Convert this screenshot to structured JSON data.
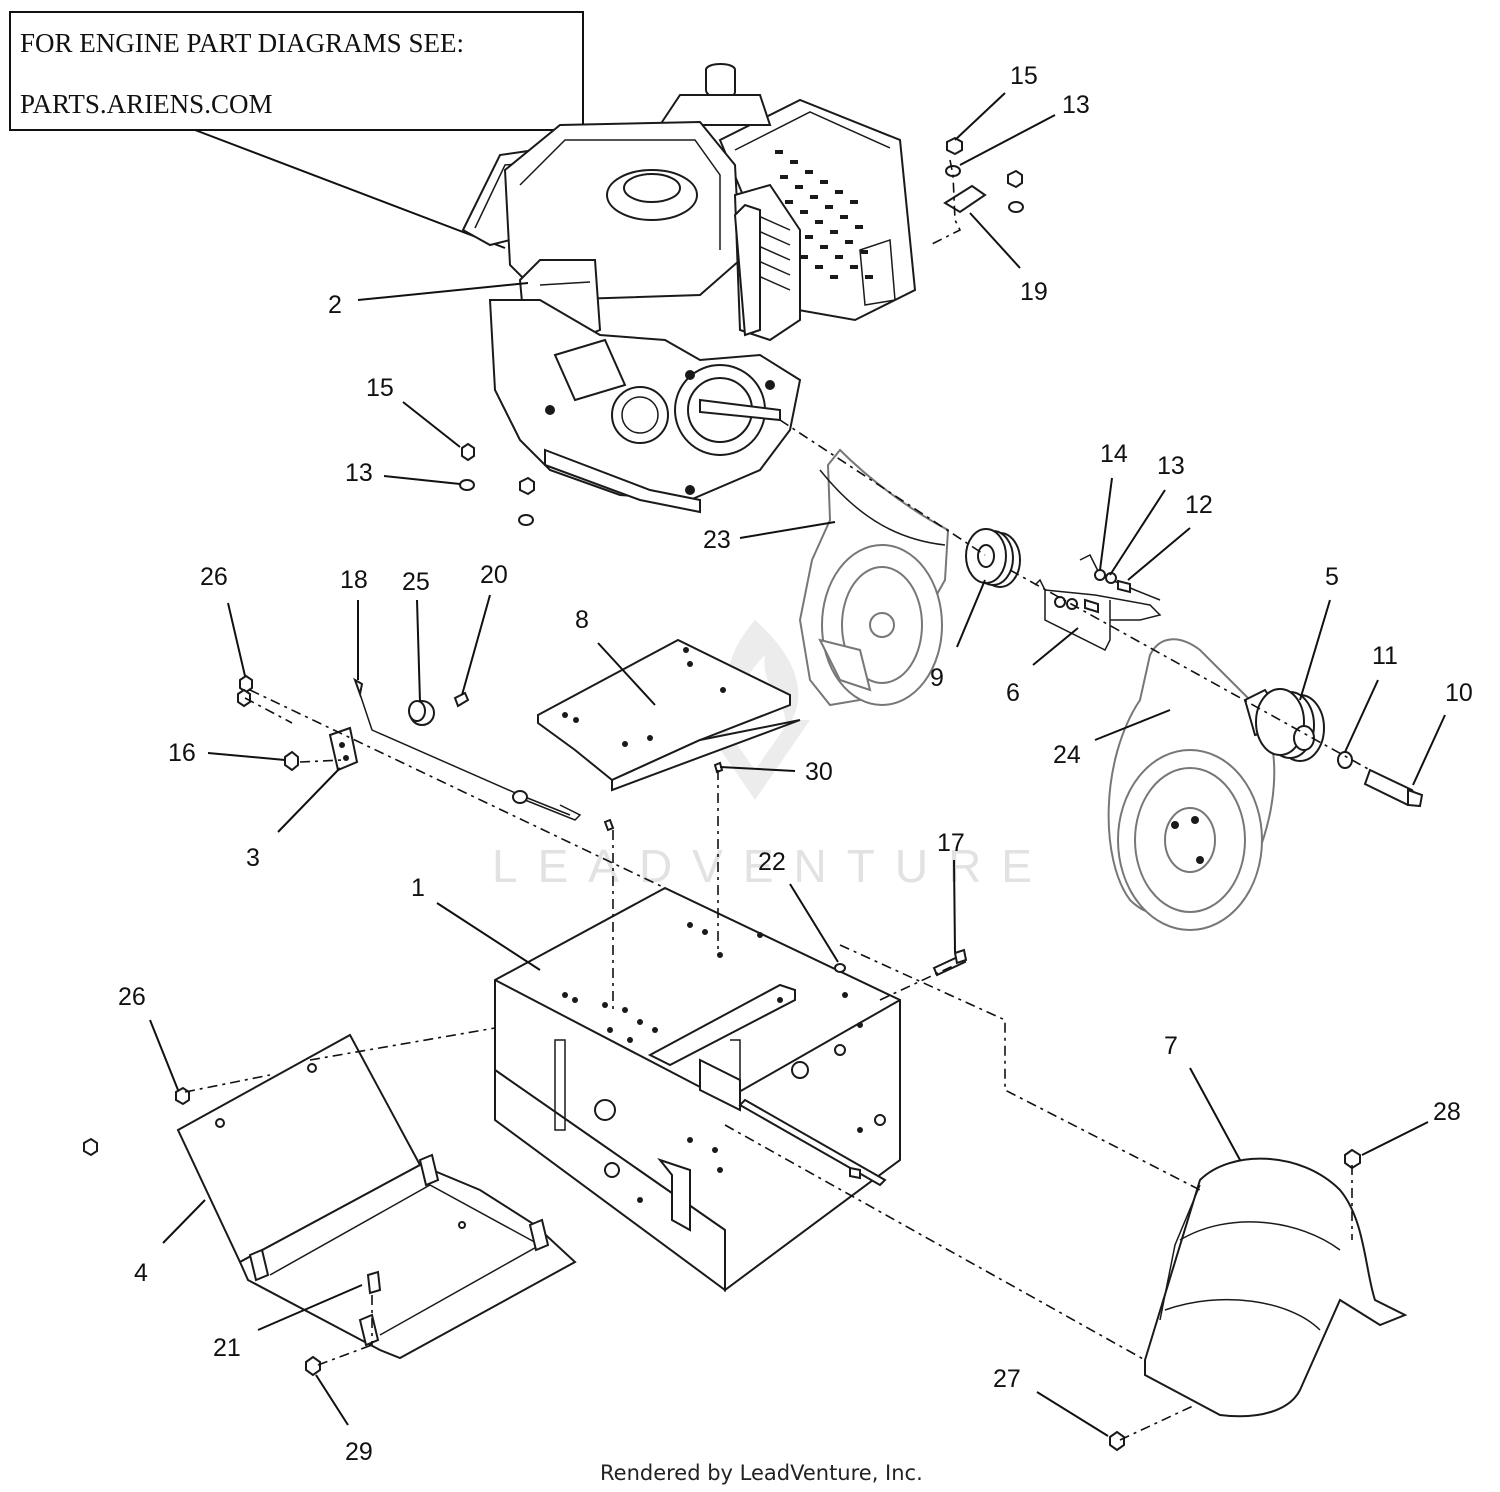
{
  "notice_box": {
    "line1": "FOR ENGINE PART DIAGRAMS SEE:",
    "line2": "PARTS.ARIENS.COM"
  },
  "watermark": "LEADVENTURE",
  "footer": "Rendered by LeadVenture, Inc.",
  "callouts": {
    "c1": "1",
    "c2": "2",
    "c3": "3",
    "c4": "4",
    "c5": "5",
    "c6": "6",
    "c7": "7",
    "c8": "8",
    "c9": "9",
    "c10": "10",
    "c11": "11",
    "c12": "12",
    "c13a": "13",
    "c13b": "13",
    "c13c": "13",
    "c14": "14",
    "c15a": "15",
    "c15b": "15",
    "c16": "16",
    "c17": "17",
    "c18": "18",
    "c19": "19",
    "c20": "20",
    "c21": "21",
    "c22": "22",
    "c23": "23",
    "c24": "24",
    "c25": "25",
    "c26a": "26",
    "c26b": "26",
    "c27": "27",
    "c28": "28",
    "c29": "29",
    "c30": "30"
  }
}
